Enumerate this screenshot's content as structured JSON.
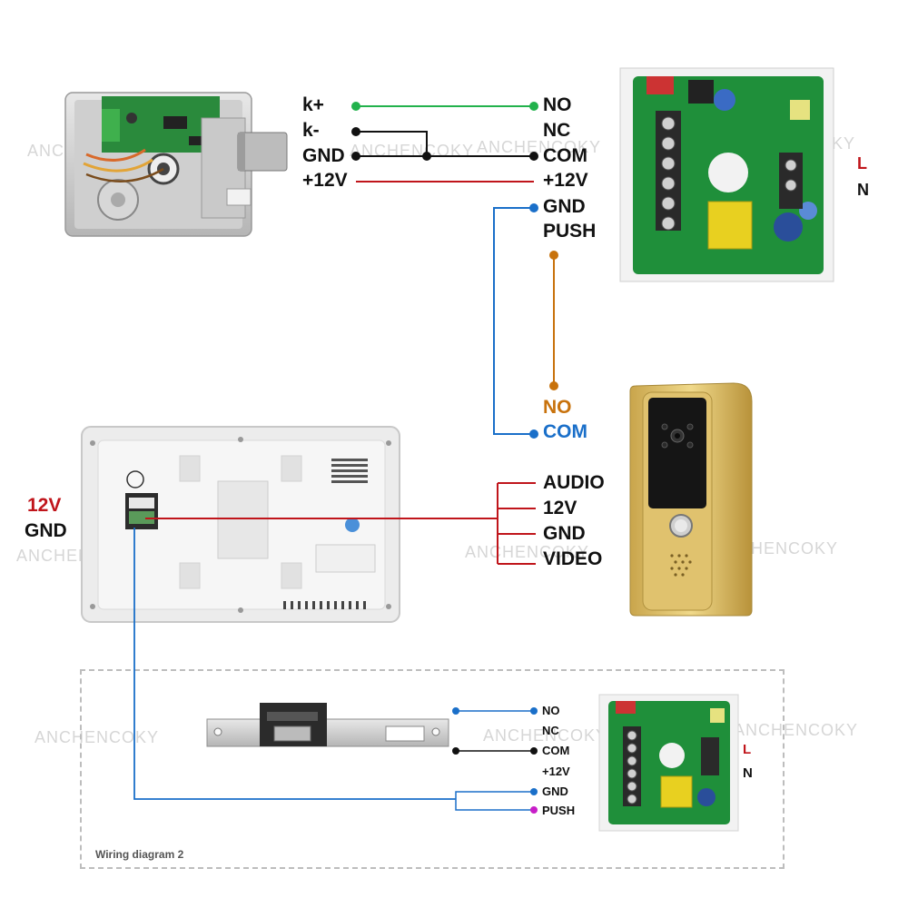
{
  "motor_lock": {
    "labels": [
      "k+",
      "k-",
      "GND",
      "+12V"
    ]
  },
  "power_supply_top": {
    "terminals": [
      "NO",
      "NC",
      "COM",
      "+12V",
      "GND",
      "PUSH"
    ],
    "mains": [
      "L",
      "N"
    ]
  },
  "exit_button": {
    "labels": [
      "NO",
      "COM"
    ]
  },
  "monitor": {
    "power_labels": [
      "12V",
      "GND"
    ]
  },
  "outdoor_station": {
    "labels": [
      "AUDIO",
      "12V",
      "GND",
      "VIDEO"
    ]
  },
  "diagram2": {
    "caption": "Wiring diagram 2",
    "terminals": [
      "NO",
      "NC",
      "COM",
      "+12V",
      "GND",
      "PUSH"
    ],
    "mains": [
      "L",
      "N"
    ]
  },
  "watermark": "ANCHENCOKY",
  "colors": {
    "green_wire": "#22b24c",
    "black_wire": "#111111",
    "red_wire": "#c0151b",
    "blue_wire": "#1a6fc9",
    "orange_wire": "#c8720c",
    "magenta_dot": "#c81ec8",
    "pcb_green": "#1f8f3a",
    "gold_panel": "#d9b864"
  }
}
